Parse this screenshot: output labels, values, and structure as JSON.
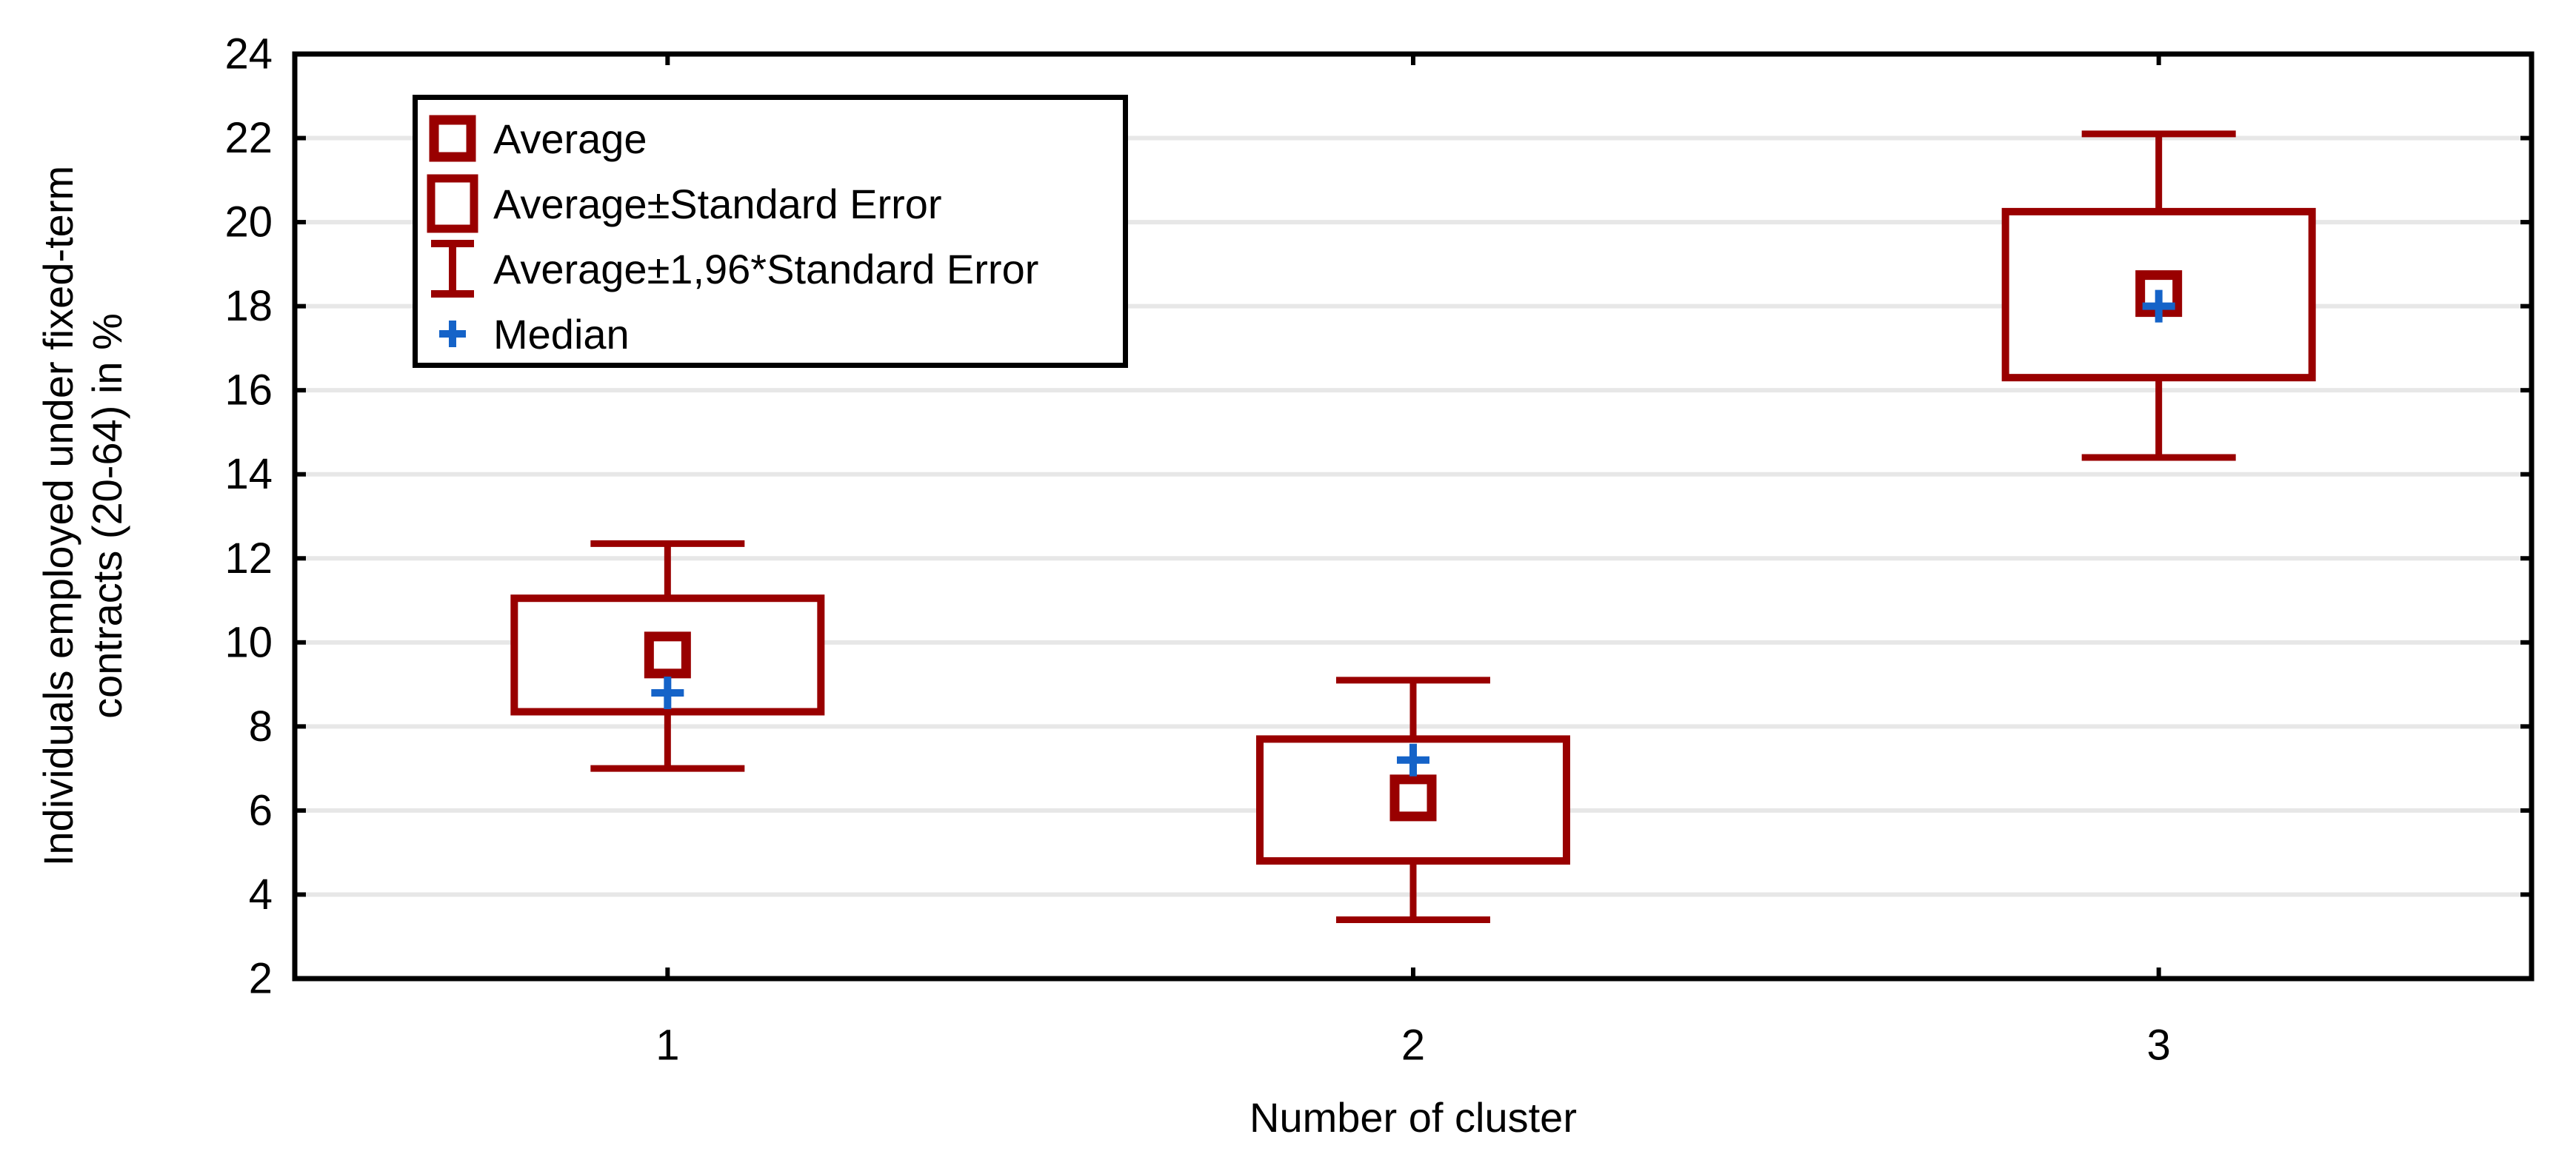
{
  "colors": {
    "series_red": "#990000",
    "median_blue": "#1563C8",
    "grid": "#E7E7E7",
    "frame": "#000000",
    "background": "#FFFFFF",
    "text": "#000000"
  },
  "y_axis": {
    "title_line1": "Individuals employed under fixed-term",
    "title_line2": "contracts (20-64) in %"
  },
  "x_axis": {
    "title": "Number of cluster"
  },
  "legend": {
    "items": [
      {
        "marker": "average-square",
        "label": "Average"
      },
      {
        "marker": "se-box",
        "label": "Average±Standard Error"
      },
      {
        "marker": "ci-whisker",
        "label": "Average±1,96*Standard Error"
      },
      {
        "marker": "median-plus",
        "label": "Median"
      }
    ]
  },
  "chart_data": {
    "type": "boxplot",
    "title": "",
    "xlabel": "Number of cluster",
    "ylabel": "Individuals employed under fixed-term contracts (20-64) in %",
    "categories": [
      "1",
      "2",
      "3"
    ],
    "ylim": [
      2,
      24
    ],
    "yticks": [
      2,
      4,
      6,
      8,
      10,
      12,
      14,
      16,
      18,
      20,
      22,
      24
    ],
    "grid": "horizontal",
    "legend_position": "top-left-inside",
    "box_meaning": "Average±Standard Error",
    "whisker_meaning": "Average±1,96*Standard Error",
    "series": [
      {
        "category": "1",
        "average": 9.7,
        "box_low": 8.35,
        "box_high": 11.05,
        "whisker_low": 7.0,
        "whisker_high": 12.35,
        "median": 8.8
      },
      {
        "category": "2",
        "average": 6.3,
        "box_low": 4.8,
        "box_high": 7.7,
        "whisker_low": 3.4,
        "whisker_high": 9.1,
        "median": 7.2
      },
      {
        "category": "3",
        "average": 18.3,
        "box_low": 16.3,
        "box_high": 20.25,
        "whisker_low": 14.4,
        "whisker_high": 22.1,
        "median": 18.0
      }
    ]
  }
}
